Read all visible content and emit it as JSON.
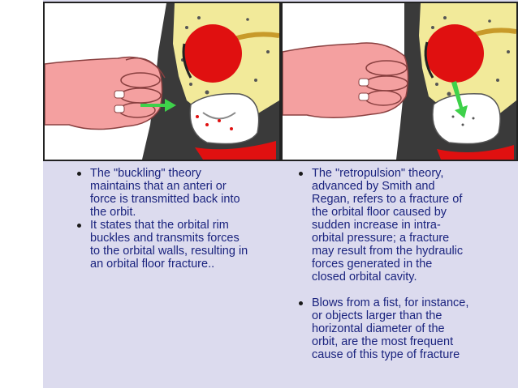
{
  "colors": {
    "panel_background": "#dcdbee",
    "text": "#1a237e",
    "globe": "#e01010",
    "skin": "#f4a0a0",
    "bone": "#f2ea9a",
    "arrow": "#3ed14a"
  },
  "left_panel": {
    "illustration": "fist-to-orbit-buckling",
    "bullets": [
      {
        "lines": [
          "The \"buckling\" theory",
          "maintains that an anteri or",
          "force is transmitted back into",
          "the orbit."
        ]
      },
      {
        "lines": [
          "It states that the orbital rim",
          "buckles and transmits forces",
          "to the orbital walls, resulting in",
          "an orbital floor fracture.."
        ]
      }
    ]
  },
  "right_panel": {
    "illustration": "fist-to-globe-retropulsion",
    "bullets": [
      {
        "lines": [
          "The \"retropulsion\" theory,",
          "advanced by Smith and",
          "Regan, refers to a  fracture of",
          "the orbital floor caused by",
          "sudden increase in intra-",
          "orbital pressure; a fracture",
          "may result from the hydraulic",
          "forces generated in the",
          "closed orbital cavity."
        ]
      },
      {
        "lines": [
          "Blows from a fist, for instance,",
          "or objects larger than the",
          "horizontal diameter of the",
          "orbit, are the most frequent",
          "cause of this type of fracture"
        ]
      }
    ]
  }
}
